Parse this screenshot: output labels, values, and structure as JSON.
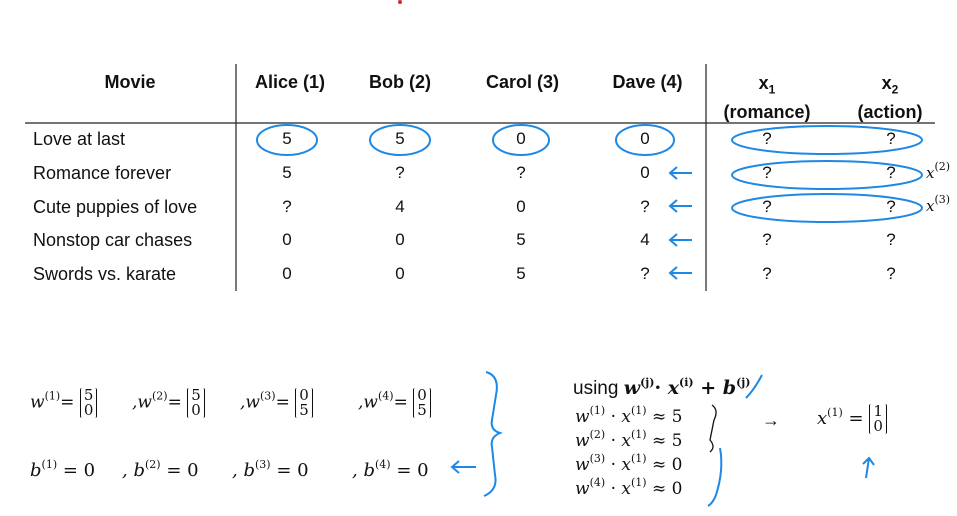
{
  "table": {
    "headers": [
      "Movie",
      "Alice (1)",
      "Bob (2)",
      "Carol (3)",
      "Dave (4)"
    ],
    "feature_headers": [
      {
        "name": "x",
        "sub": "1",
        "desc": "(romance)"
      },
      {
        "name": "x",
        "sub": "2",
        "desc": "(action)"
      }
    ],
    "rows": [
      {
        "movie": "Love at last",
        "ratings": [
          "5",
          "5",
          "0",
          "0"
        ],
        "x1": "?",
        "x2": "?"
      },
      {
        "movie": "Romance forever",
        "ratings": [
          "5",
          "?",
          "?",
          "0"
        ],
        "x1": "?",
        "x2": "?"
      },
      {
        "movie": "Cute puppies of love",
        "ratings": [
          "?",
          "4",
          "0",
          "?"
        ],
        "x1": "?",
        "x2": "?"
      },
      {
        "movie": "Nonstop car chases",
        "ratings": [
          "0",
          "0",
          "5",
          "4"
        ],
        "x1": "?",
        "x2": "?"
      },
      {
        "movie": "Swords vs. karate",
        "ratings": [
          "0",
          "0",
          "5",
          "?"
        ],
        "x1": "?",
        "x2": "?"
      }
    ],
    "annotations": {
      "x2_label": "x",
      "x2_sup": "(2)",
      "x3_label": "x",
      "x3_sup": "(3)"
    }
  },
  "parameters": {
    "w": [
      {
        "name": "w",
        "sup": "(1)",
        "vec": [
          "5",
          "0"
        ]
      },
      {
        "name": "w",
        "sup": "(2)",
        "vec": [
          "5",
          "0"
        ]
      },
      {
        "name": "w",
        "sup": "(3)",
        "vec": [
          "0",
          "5"
        ]
      },
      {
        "name": "w",
        "sup": "(4)",
        "vec": [
          "0",
          "5"
        ]
      }
    ],
    "b": [
      {
        "name": "b",
        "sup": "(1)",
        "val": "= 0"
      },
      {
        "name": "b",
        "sup": "(2)",
        "val": "= 0"
      },
      {
        "name": "b",
        "sup": "(3)",
        "val": "= 0"
      },
      {
        "name": "b",
        "sup": "(4)",
        "val": "= 0"
      }
    ]
  },
  "derivation": {
    "using_label": "using",
    "formula": {
      "w": "w",
      "w_sup": "(j)",
      "dot": "·",
      "x": "x",
      "x_sup": "(i)",
      "plus": "+",
      "b": "b",
      "b_sup": "(j)"
    },
    "equations": [
      {
        "w_sup": "(1)",
        "x_sup": "(1)",
        "rhs": "≈ 5"
      },
      {
        "w_sup": "(2)",
        "x_sup": "(1)",
        "rhs": "≈ 5"
      },
      {
        "w_sup": "(3)",
        "x_sup": "(1)",
        "rhs": "≈ 0"
      },
      {
        "w_sup": "(4)",
        "x_sup": "(1)",
        "rhs": "≈ 0"
      }
    ],
    "arrow": "→",
    "result": {
      "name": "x",
      "sup": "(1)",
      "eq": "=",
      "vec": [
        "1",
        "0"
      ]
    }
  }
}
